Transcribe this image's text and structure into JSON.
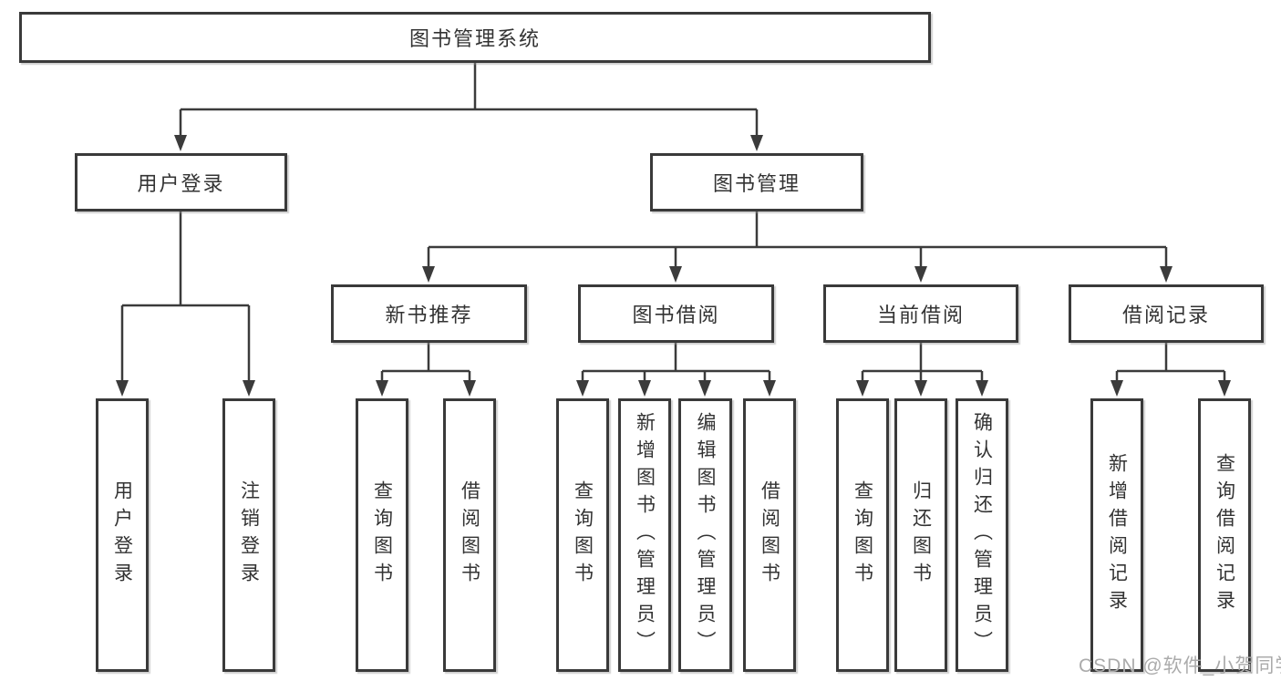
{
  "tree": {
    "root": "图书管理系统",
    "level2": [
      {
        "label": "用户登录"
      },
      {
        "label": "图书管理"
      }
    ],
    "level3": [
      {
        "label": "新书推荐"
      },
      {
        "label": "图书借阅"
      },
      {
        "label": "当前借阅"
      },
      {
        "label": "借阅记录"
      }
    ],
    "leaf_groups": [
      {
        "parent": "用户登录",
        "items": [
          "用户登录",
          "注销登录"
        ]
      },
      {
        "parent": "新书推荐",
        "items": [
          "查询图书",
          "借阅图书"
        ]
      },
      {
        "parent": "图书借阅",
        "items": [
          "查询图书",
          "新增图书（管理员）",
          "编辑图书（管理员）",
          "借阅图书"
        ]
      },
      {
        "parent": "当前借阅",
        "items": [
          "查询图书",
          "归还图书",
          "确认归还（管理员）"
        ]
      },
      {
        "parent": "借阅记录",
        "items": [
          "新增借阅记录",
          "查询借阅记录"
        ]
      }
    ]
  },
  "watermark": "CSDN @软件_小贺同学",
  "colors": {
    "line": "#3b3b3b",
    "border": "#3a3a3a",
    "text": "#333333",
    "watermark": "#ababab",
    "background": "#ffffff"
  }
}
